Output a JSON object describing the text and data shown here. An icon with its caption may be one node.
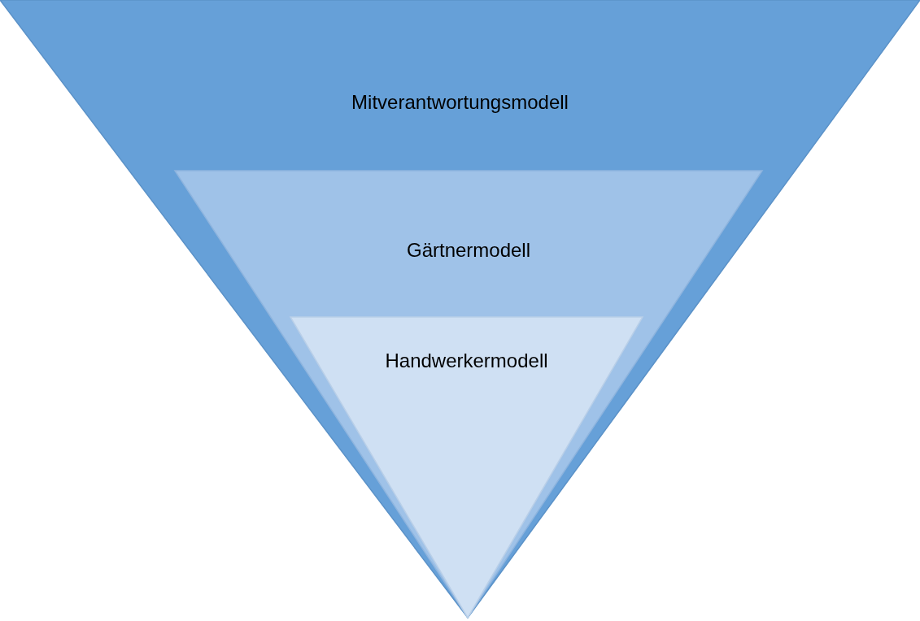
{
  "diagram": {
    "nodes": [
      {
        "text": [
          "Mitverantwortungsmodell"
        ]
      },
      {
        "text": [
          "Gärtnermodell"
        ],
        "in": 0
      },
      {
        "text": [
          "Handwerkermodell"
        ],
        "in": 1
      }
    ]
  }
}
